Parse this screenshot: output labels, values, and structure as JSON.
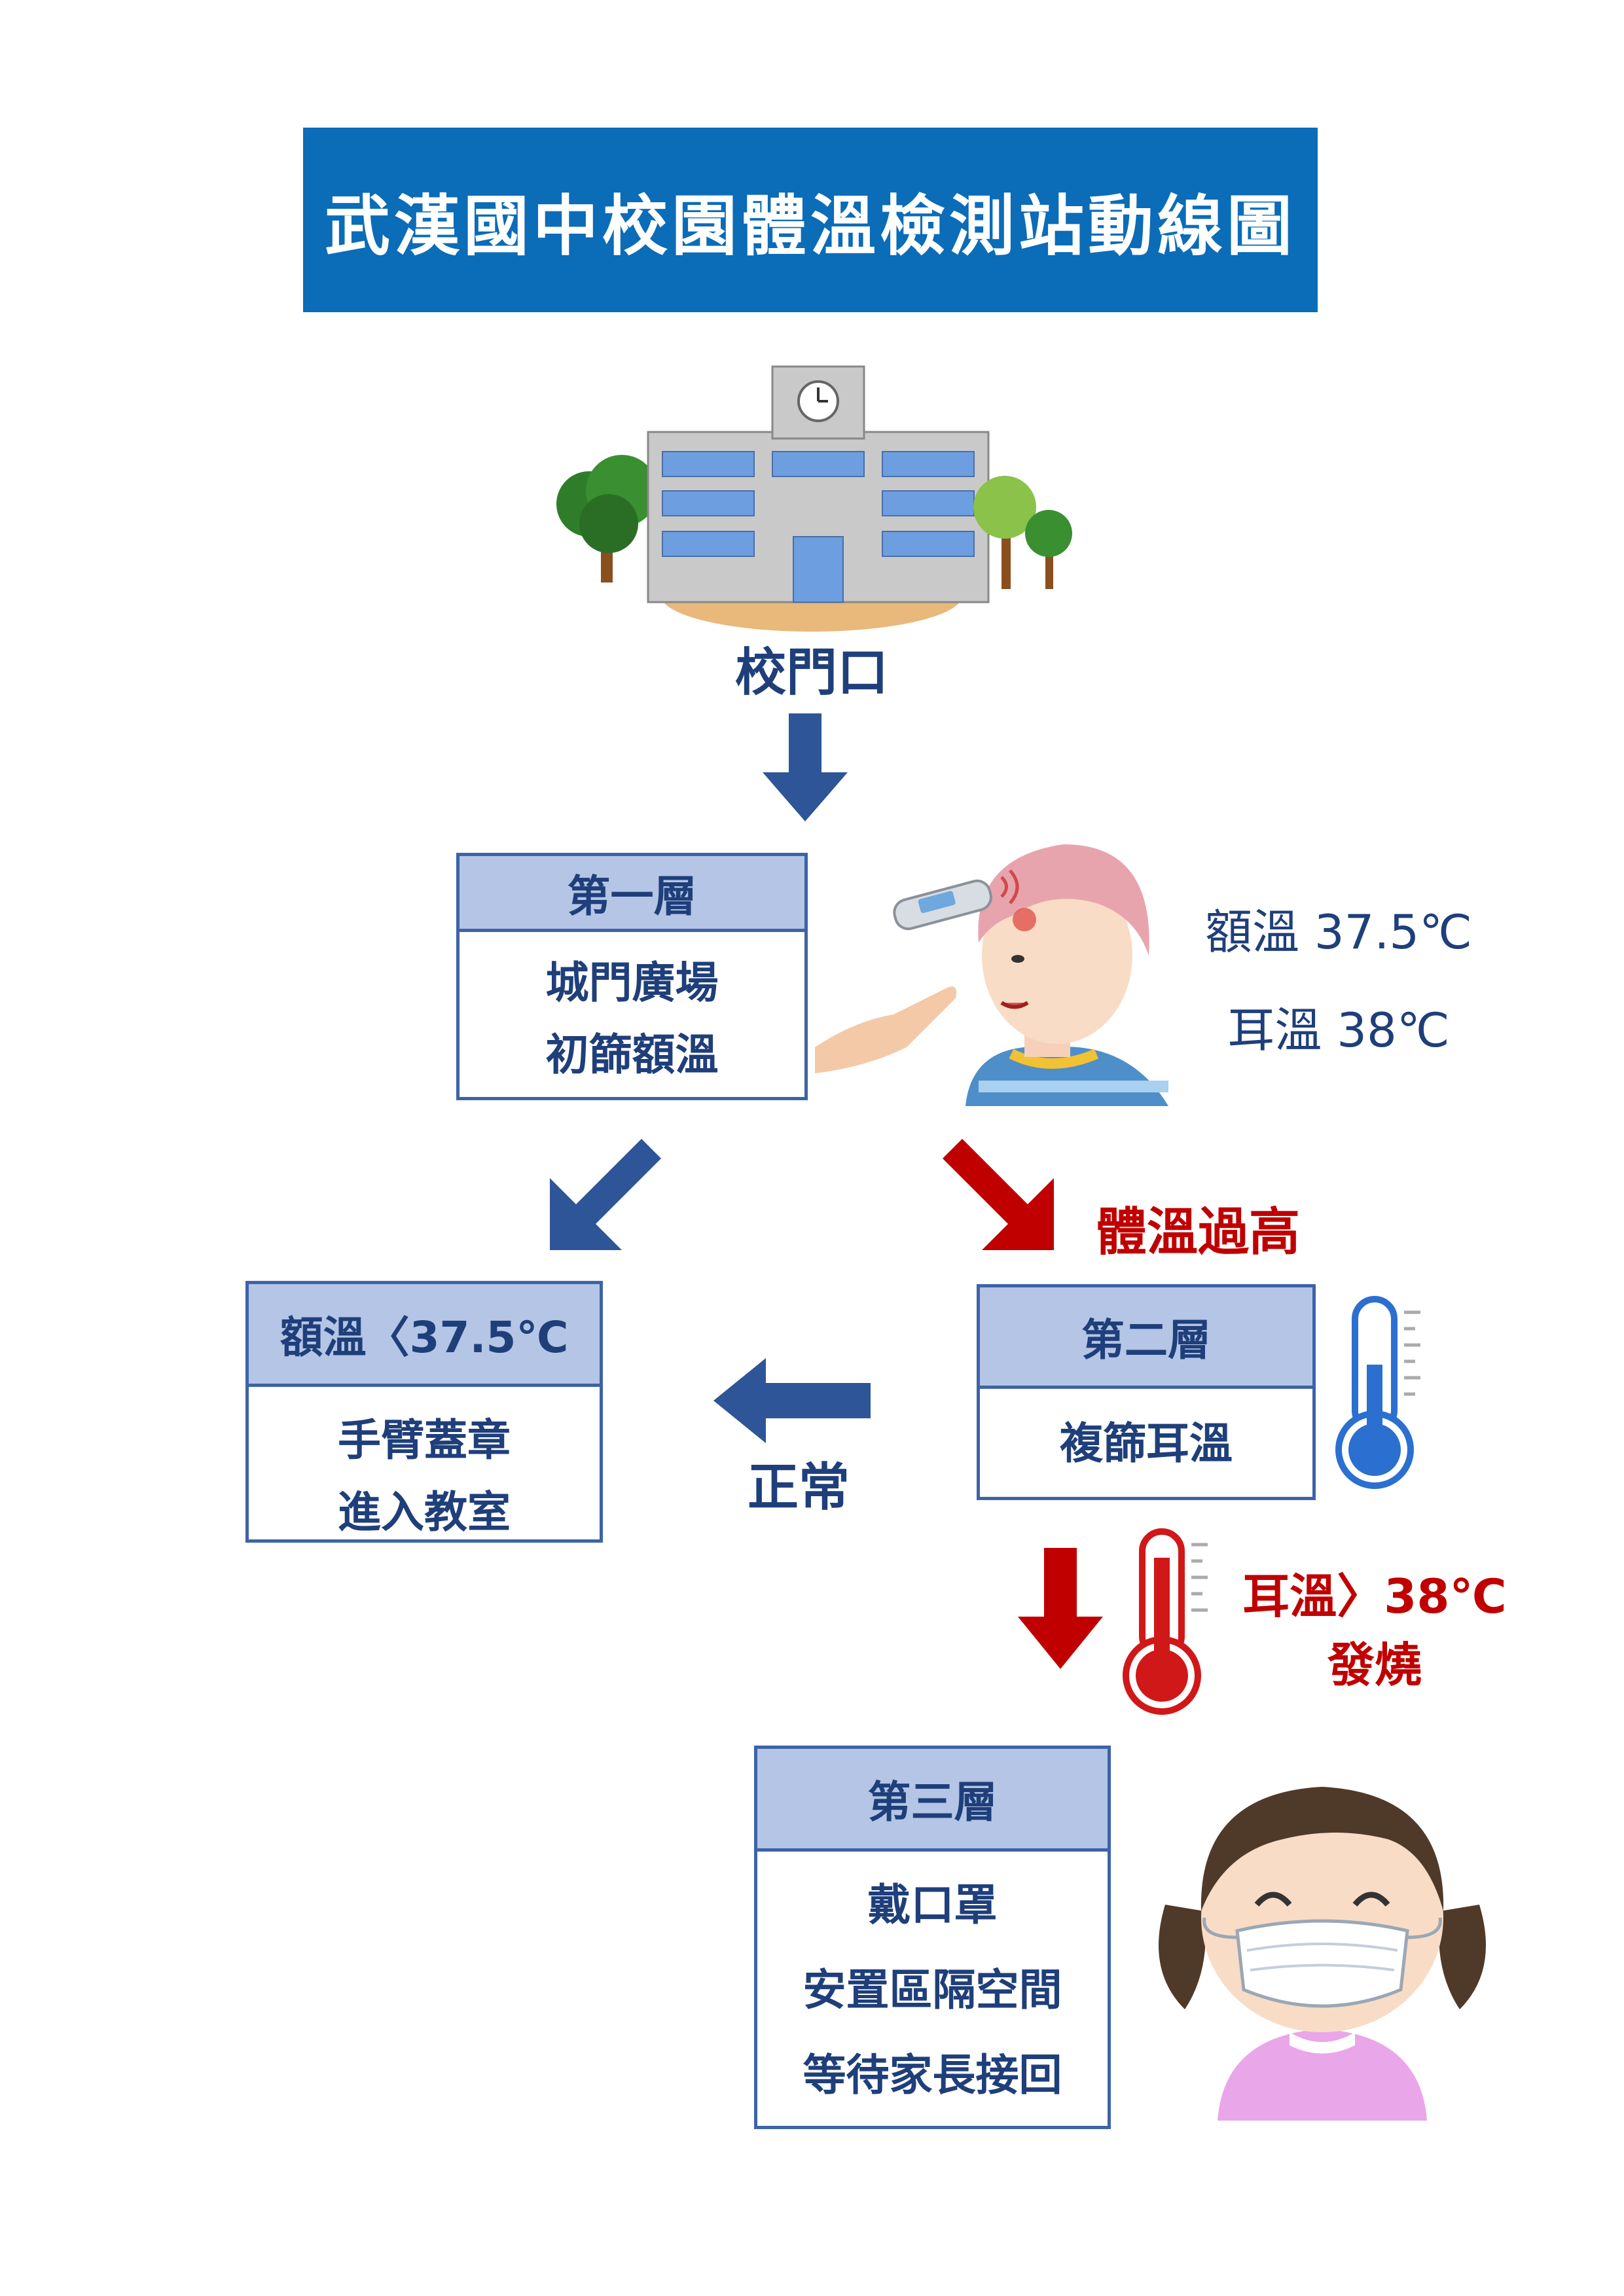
{
  "title": "武漢國中校園體溫檢測站動線圖",
  "gate_label": "校門口",
  "layer1": {
    "header": "第一層",
    "lines": [
      "城門廣場",
      "初篩額溫"
    ]
  },
  "thresholds": {
    "forehead": "額溫 37.5℃",
    "ear": "耳溫 38℃"
  },
  "high_temp_label": "體溫過高",
  "normal_box": {
    "header": "額溫〈37.5℃",
    "lines": [
      "手臂蓋章",
      "進入教室"
    ]
  },
  "normal_label": "正常",
  "layer2": {
    "header": "第二層",
    "lines": [
      "複篩耳溫"
    ]
  },
  "fever_label": {
    "line1": "耳溫〉38℃",
    "line2": "發燒"
  },
  "layer3": {
    "header": "第三層",
    "lines": [
      "戴口罩",
      "安置區隔空間",
      "等待家長接回"
    ]
  },
  "colors": {
    "title_bg": "#0b6cb8",
    "box_border": "#3d63a8",
    "box_header": "#b4c5e6",
    "arrow_blue": "#2e5597",
    "arrow_red": "#c00000",
    "text_blue": "#1f3f7a",
    "text_red": "#c00000"
  },
  "icons": [
    "school-building-illustration",
    "forehead-thermometer-illustration",
    "thermometer-blue-icon",
    "thermometer-red-icon",
    "girl-with-mask-illustration"
  ]
}
